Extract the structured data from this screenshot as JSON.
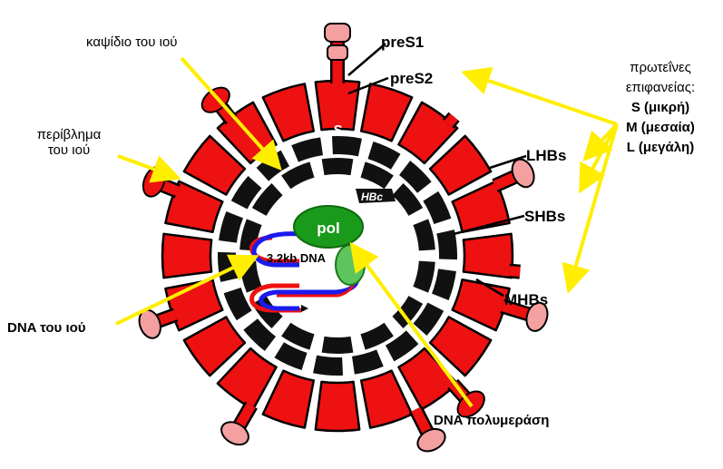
{
  "labels": {
    "capsid": "καψίδιο του ιού",
    "envelope_line1": "περίβλημα",
    "envelope_line2": "του ιού",
    "viral_dna": "DNA του ιού",
    "dna_polymerase": "DNA πολυμεράση",
    "surface_proteins_line1": "πρωτεΐνες",
    "surface_proteins_line2": "επιφανείας:",
    "surface_s": "S (μικρή)",
    "surface_m": "M (μεσαία)",
    "surface_l": "L (μεγάλη)"
  },
  "diagram_text": {
    "pres1": "preS1",
    "pres2": "preS2",
    "s": "S",
    "lhbs": "LHBs",
    "shbs": "SHBs",
    "mhbs": "MHBs",
    "hbc": "HBc",
    "pol": "pol",
    "dna": "3.2kb DNA"
  },
  "colors": {
    "envelope_red": "#ee1111",
    "protein_pink": "#f4a0a0",
    "capsid_black": "#111111",
    "pol_green": "#1a9a1a",
    "dna_red": "#ee1111",
    "dna_blue": "#1a1aee",
    "arrow_yellow": "#ffee00"
  }
}
